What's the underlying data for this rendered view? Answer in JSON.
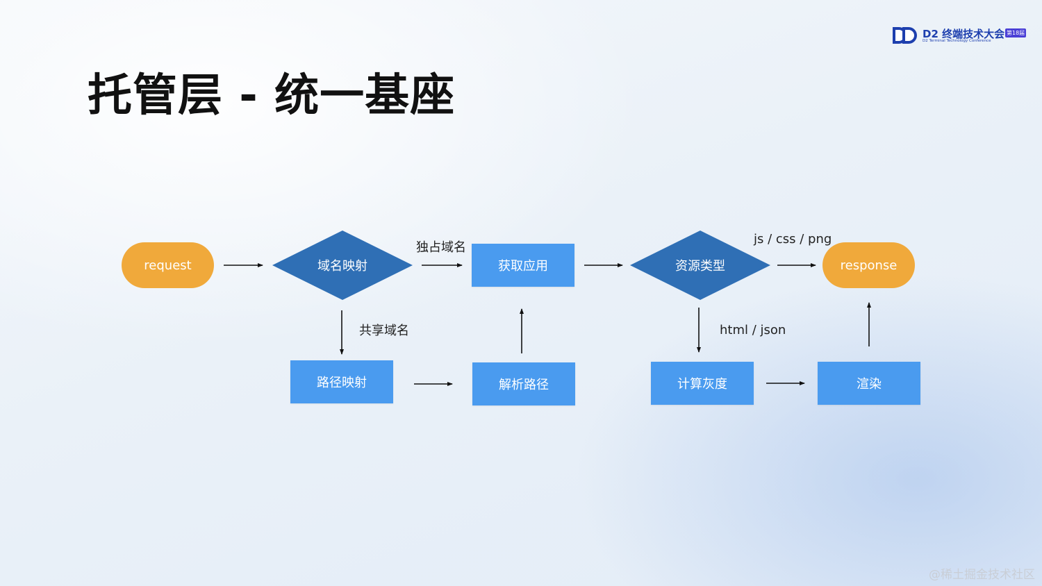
{
  "slide": {
    "title": "托管层 - 统一基座"
  },
  "logo": {
    "name": "D2 终端技术大会",
    "badge": "第18届",
    "subtitle": "D2 Terminal Technology Conference",
    "color": "#1d3fae"
  },
  "diagram": {
    "nodes": {
      "request": "request",
      "domain_map": "域名映射",
      "get_app": "获取应用",
      "resource_type": "资源类型",
      "response": "response",
      "path_map": "路径映射",
      "parse_path": "解析路径",
      "calc_gray": "计算灰度",
      "render": "渲染"
    },
    "edge_labels": {
      "exclusive_domain": "独占域名",
      "shared_domain": "共享域名",
      "static_assets": "js / css / png",
      "dynamic": "html / json"
    },
    "colors": {
      "terminal": "#f0a93b",
      "process": "#4a9bef",
      "decision": "#2f6fb5"
    }
  },
  "watermark": "@稀土掘金技术社区"
}
